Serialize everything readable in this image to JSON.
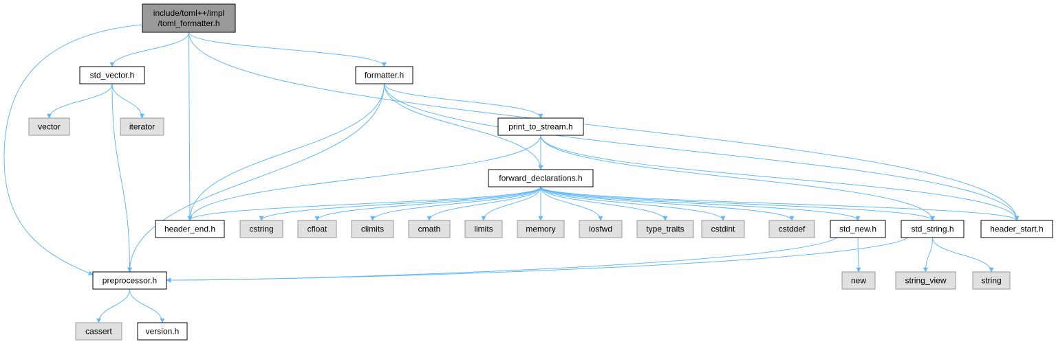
{
  "colors": {
    "edge": "#63b8ff",
    "root_fill": "#999999",
    "file_fill": "#ffffff",
    "file_stroke": "#000000",
    "system_fill": "#e0e0e0",
    "system_stroke": "#999999"
  },
  "nodes": {
    "root": {
      "lines": [
        "include/toml++/impl",
        "/toml_formatter.h"
      ],
      "kind": "root"
    },
    "std_vector": {
      "lines": [
        "std_vector.h"
      ],
      "kind": "file"
    },
    "formatter": {
      "lines": [
        "formatter.h"
      ],
      "kind": "file"
    },
    "vector": {
      "lines": [
        "vector"
      ],
      "kind": "system"
    },
    "iterator": {
      "lines": [
        "iterator"
      ],
      "kind": "system"
    },
    "print_to_stream": {
      "lines": [
        "print_to_stream.h"
      ],
      "kind": "file"
    },
    "forward_declarations": {
      "lines": [
        "forward_declarations.h"
      ],
      "kind": "file"
    },
    "header_end": {
      "lines": [
        "header_end.h"
      ],
      "kind": "file"
    },
    "cstring": {
      "lines": [
        "cstring"
      ],
      "kind": "system"
    },
    "cfloat": {
      "lines": [
        "cfloat"
      ],
      "kind": "system"
    },
    "climits": {
      "lines": [
        "climits"
      ],
      "kind": "system"
    },
    "cmath": {
      "lines": [
        "cmath"
      ],
      "kind": "system"
    },
    "limits": {
      "lines": [
        "limits"
      ],
      "kind": "system"
    },
    "memory": {
      "lines": [
        "memory"
      ],
      "kind": "system"
    },
    "iosfwd": {
      "lines": [
        "iosfwd"
      ],
      "kind": "system"
    },
    "type_traits": {
      "lines": [
        "type_traits"
      ],
      "kind": "system"
    },
    "cstdint": {
      "lines": [
        "cstdint"
      ],
      "kind": "system"
    },
    "cstddef": {
      "lines": [
        "cstddef"
      ],
      "kind": "system"
    },
    "std_new": {
      "lines": [
        "std_new.h"
      ],
      "kind": "file"
    },
    "std_string": {
      "lines": [
        "std_string.h"
      ],
      "kind": "file"
    },
    "header_start": {
      "lines": [
        "header_start.h"
      ],
      "kind": "file"
    },
    "preprocessor": {
      "lines": [
        "preprocessor.h"
      ],
      "kind": "file"
    },
    "new": {
      "lines": [
        "new"
      ],
      "kind": "system"
    },
    "string_view": {
      "lines": [
        "string_view"
      ],
      "kind": "system"
    },
    "string": {
      "lines": [
        "string"
      ],
      "kind": "system"
    },
    "cassert": {
      "lines": [
        "cassert"
      ],
      "kind": "system"
    },
    "version": {
      "lines": [
        "version.h"
      ],
      "kind": "file"
    }
  },
  "edges": [
    [
      "root",
      "std_vector"
    ],
    [
      "root",
      "formatter"
    ],
    [
      "root",
      "header_end"
    ],
    [
      "root",
      "header_start"
    ],
    [
      "root",
      "preprocessor"
    ],
    [
      "std_vector",
      "vector"
    ],
    [
      "std_vector",
      "iterator"
    ],
    [
      "std_vector",
      "preprocessor"
    ],
    [
      "formatter",
      "print_to_stream"
    ],
    [
      "formatter",
      "forward_declarations"
    ],
    [
      "formatter",
      "header_end"
    ],
    [
      "formatter",
      "header_start"
    ],
    [
      "formatter",
      "preprocessor"
    ],
    [
      "print_to_stream",
      "forward_declarations"
    ],
    [
      "print_to_stream",
      "header_end"
    ],
    [
      "print_to_stream",
      "std_string"
    ],
    [
      "print_to_stream",
      "header_start"
    ],
    [
      "forward_declarations",
      "header_end"
    ],
    [
      "forward_declarations",
      "cstring"
    ],
    [
      "forward_declarations",
      "cfloat"
    ],
    [
      "forward_declarations",
      "climits"
    ],
    [
      "forward_declarations",
      "cmath"
    ],
    [
      "forward_declarations",
      "limits"
    ],
    [
      "forward_declarations",
      "memory"
    ],
    [
      "forward_declarations",
      "iosfwd"
    ],
    [
      "forward_declarations",
      "type_traits"
    ],
    [
      "forward_declarations",
      "cstdint"
    ],
    [
      "forward_declarations",
      "cstddef"
    ],
    [
      "forward_declarations",
      "std_new"
    ],
    [
      "forward_declarations",
      "std_string"
    ],
    [
      "forward_declarations",
      "header_start"
    ],
    [
      "std_new",
      "new"
    ],
    [
      "std_new",
      "preprocessor"
    ],
    [
      "std_string",
      "string_view"
    ],
    [
      "std_string",
      "string"
    ],
    [
      "std_string",
      "preprocessor"
    ],
    [
      "preprocessor",
      "cassert"
    ],
    [
      "preprocessor",
      "version"
    ]
  ]
}
